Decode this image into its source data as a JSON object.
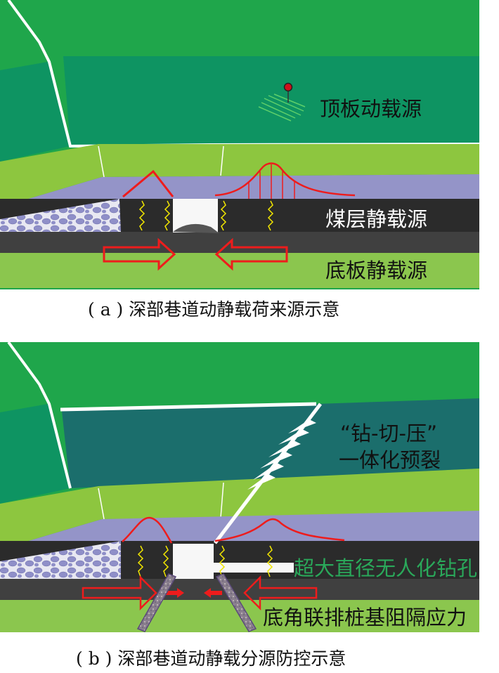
{
  "panel_a": {
    "label_roof_dynamic": "顶板动载源",
    "label_coal_static": "煤层静载源",
    "label_floor_static": "底板静载源",
    "caption": "( a ) 深部巷道动静载荷来源示意"
  },
  "panel_b": {
    "label_presplit_line1": "“钻-切-压”",
    "label_presplit_line2": "一体化预裂",
    "label_drilling": "超大直径无人化钻孔",
    "label_piles": "底角联排桩基阻隔应力",
    "caption": "( b ) 深部巷道动静载分源防控示意"
  },
  "colors": {
    "top_green": "#1fa64b",
    "roof_block_a": "#0e9462",
    "roof_block_b": "#1b6e6c",
    "light_green": "#8dc63f",
    "lavender": "#9494c8",
    "coal": "#2b2b2b",
    "floor_dark": "#404040",
    "floor_green": "#8bc64e",
    "stress_red": "#ee1c1c",
    "drill_text": "#2aa85a"
  }
}
